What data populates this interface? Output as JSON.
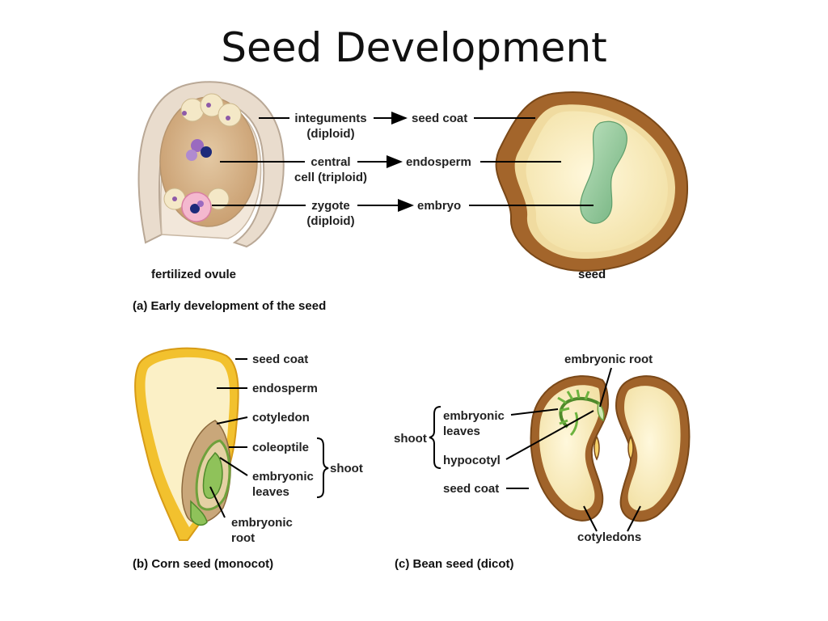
{
  "title": "Seed Development",
  "panel_a": {
    "label_integuments": [
      "integuments",
      "(diploid)"
    ],
    "label_seed_coat": "seed coat",
    "label_central": [
      "central",
      "cell (triploid)"
    ],
    "label_endosperm": "endosperm",
    "label_zygote": [
      "zygote",
      "(diploid)"
    ],
    "label_embryo": "embryo",
    "ovule_caption": "fertilized ovule",
    "seed_caption": "seed",
    "caption": "(a) Early development of the seed"
  },
  "panel_b": {
    "seed_coat": "seed coat",
    "endosperm": "endosperm",
    "cotyledon": "cotyledon",
    "coleoptile": "coleoptile",
    "embryonic_leaves": [
      "embryonic",
      "leaves"
    ],
    "shoot": "shoot",
    "embryonic_root": [
      "embryonic",
      "root"
    ],
    "caption": "(b) Corn seed (monocot)"
  },
  "panel_c": {
    "embryonic_root": "embryonic root",
    "embryonic_leaves": [
      "embryonic",
      "leaves"
    ],
    "shoot": "shoot",
    "hypocotyl": "hypocotyl",
    "seed_coat": "seed coat",
    "cotyledons": "cotyledons",
    "caption": "(c) Bean seed (dicot)"
  },
  "colors": {
    "integument": "#e8d9c8",
    "ovule_interior": "#d9b98f",
    "seed_coat_brown": "#a0632a",
    "endosperm_cream": "#fbf0c6",
    "embryo_green": "#8fc79b",
    "corn_yellow": "#f2c12e",
    "leaf_green": "#6cb33f"
  }
}
